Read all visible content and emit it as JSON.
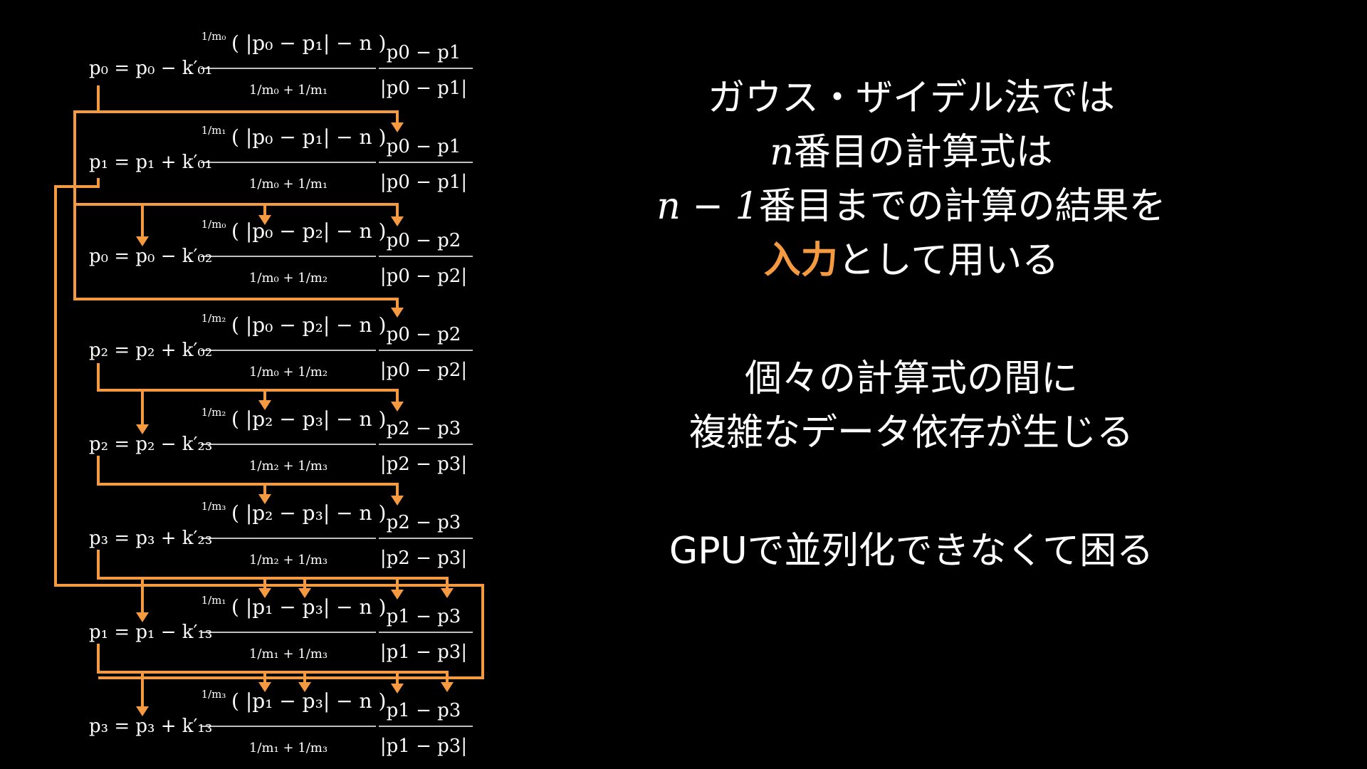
{
  "colors": {
    "background": "#000000",
    "text": "#ffffff",
    "accent": "#f59a41"
  },
  "equations": [
    {
      "lhs": "p₀",
      "base": "p₀",
      "sign": "−",
      "k": "k′₀₁",
      "num_coef": "1/m₀",
      "abs": "|p₀ − p₁|",
      "den": "1/m₀ + 1/m₁",
      "dir_num": "p0 − p1",
      "dir_den": "|p0 − p1|"
    },
    {
      "lhs": "p₁",
      "base": "p₁",
      "sign": "+",
      "k": "k′₀₁",
      "num_coef": "1/m₁",
      "abs": "|p₀ − p₁|",
      "den": "1/m₀ + 1/m₁",
      "dir_num": "p0 − p1",
      "dir_den": "|p0 − p1|"
    },
    {
      "lhs": "p₀",
      "base": "p₀",
      "sign": "−",
      "k": "k′₀₂",
      "num_coef": "1/m₀",
      "abs": "|p₀ − p₂|",
      "den": "1/m₀ + 1/m₂",
      "dir_num": "p0 − p2",
      "dir_den": "|p0 − p2|"
    },
    {
      "lhs": "p₂",
      "base": "p₂",
      "sign": "+",
      "k": "k′₀₂",
      "num_coef": "1/m₂",
      "abs": "|p₀ − p₂|",
      "den": "1/m₀ + 1/m₂",
      "dir_num": "p0 − p2",
      "dir_den": "|p0 − p2|"
    },
    {
      "lhs": "p₂",
      "base": "p₂",
      "sign": "−",
      "k": "k′₂₃",
      "num_coef": "1/m₂",
      "abs": "|p₂ − p₃|",
      "den": "1/m₂ + 1/m₃",
      "dir_num": "p2 − p3",
      "dir_den": "|p2 − p3|"
    },
    {
      "lhs": "p₃",
      "base": "p₃",
      "sign": "+",
      "k": "k′₂₃",
      "num_coef": "1/m₃",
      "abs": "|p₂ − p₃|",
      "den": "1/m₂ + 1/m₃",
      "dir_num": "p2 − p3",
      "dir_den": "|p2 − p3|"
    },
    {
      "lhs": "p₁",
      "base": "p₁",
      "sign": "−",
      "k": "k′₁₃",
      "num_coef": "1/m₁",
      "abs": "|p₁ − p₃|",
      "den": "1/m₁ + 1/m₃",
      "dir_num": "p1 − p3",
      "dir_den": "|p1 − p3|"
    },
    {
      "lhs": "p₃",
      "base": "p₃",
      "sign": "+",
      "k": "k′₁₃",
      "num_coef": "1/m₃",
      "abs": "|p₁ − p₃|",
      "den": "1/m₁ + 1/m₃",
      "dir_num": "p1 − p3",
      "dir_den": "|p1 − p3|"
    }
  ],
  "equation_suffix": "− n",
  "text": {
    "line1": "ガウス・ザイデル法では",
    "line2_math": "n",
    "line2_rest": "番目の計算式は",
    "line3_math": "n − 1",
    "line3_rest": "番目までの計算の結果を",
    "line4_accent": "入力",
    "line4_rest": "として用いる",
    "line5": "個々の計算式の間に",
    "line6": "複雑なデータ依存が生じる",
    "line7": "GPUで並列化できなくて困る"
  }
}
